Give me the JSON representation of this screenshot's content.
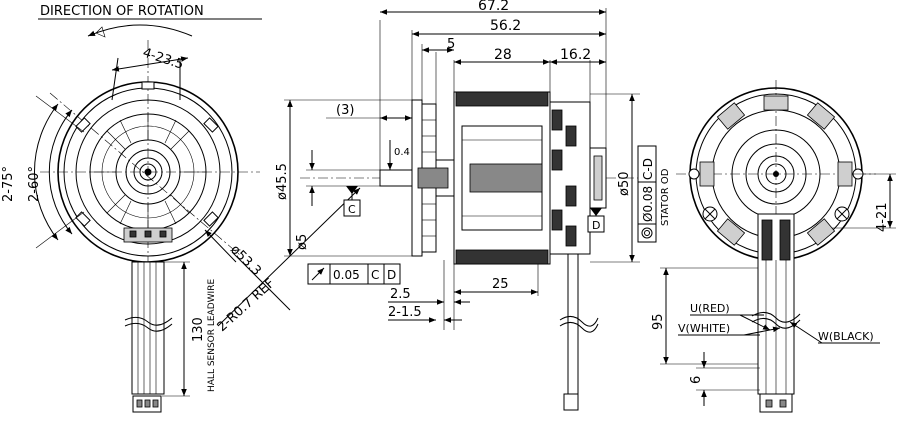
{
  "header": {
    "title": "DIRECTION OF ROTATION"
  },
  "left_view": {
    "dims": {
      "holes": "4-23.5",
      "angle_outer": "2-75°",
      "angle_inner": "2-60°",
      "bolt_circle": "ø53.3",
      "radius_ref": "2-R0.7 REF"
    },
    "leadwire_label": "HALL SENSOR LEADWIRE",
    "leadwire_length": "130"
  },
  "side_view": {
    "dims": {
      "overall": "67.2",
      "body": "56.2",
      "flange_gap": "5",
      "stator": "28",
      "rear": "16.2",
      "shaft_ext": "(3)",
      "chamfer": "0.4",
      "pilot_dia": "ø45.5",
      "shaft_dia": "ø5",
      "stator_dia": "ø50",
      "pilot_depth": "25",
      "flange_thk": "2.5",
      "slot_width": "2-1.5"
    },
    "datums": {
      "c": "C",
      "d": "D"
    },
    "runout_frame": {
      "tol": "0.05",
      "ref1": "C",
      "ref2": "D"
    },
    "concentric_frame": {
      "tol": "Ø0.08",
      "ref": "C-D",
      "note": "STATOR OD"
    }
  },
  "right_view": {
    "dims": {
      "holes": "4-21",
      "leads_length": "95",
      "strip": "6"
    },
    "wires": {
      "u": "U(RED)",
      "v": "V(WHITE)",
      "w": "W(BLACK)"
    }
  }
}
